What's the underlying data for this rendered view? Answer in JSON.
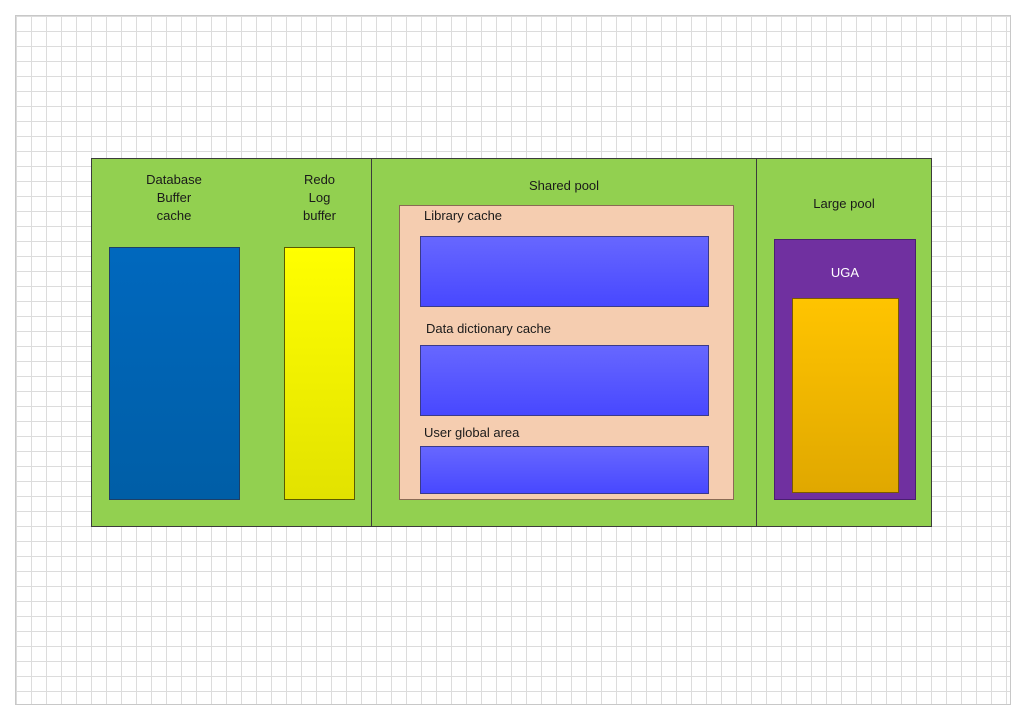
{
  "diagram": {
    "labels": {
      "db_buffer_cache": "Database\nBuffer\ncache",
      "redo_log_buffer": "Redo\nLog\nbuffer",
      "shared_pool": "Shared pool",
      "library_cache": "Library cache",
      "data_dictionary_cache": "Data dictionary cache",
      "user_global_area": "User global area",
      "large_pool": "Large pool",
      "uga": "UGA"
    },
    "colors": {
      "container_green": "#92d050",
      "db_buffer_blue": "#0064b4",
      "redo_yellow": "#f2f200",
      "shared_pool_peach": "#f5cdb0",
      "cache_blue": "#5555ff",
      "uga_purple": "#7030a0",
      "uga_orange": "#f5b800"
    }
  }
}
